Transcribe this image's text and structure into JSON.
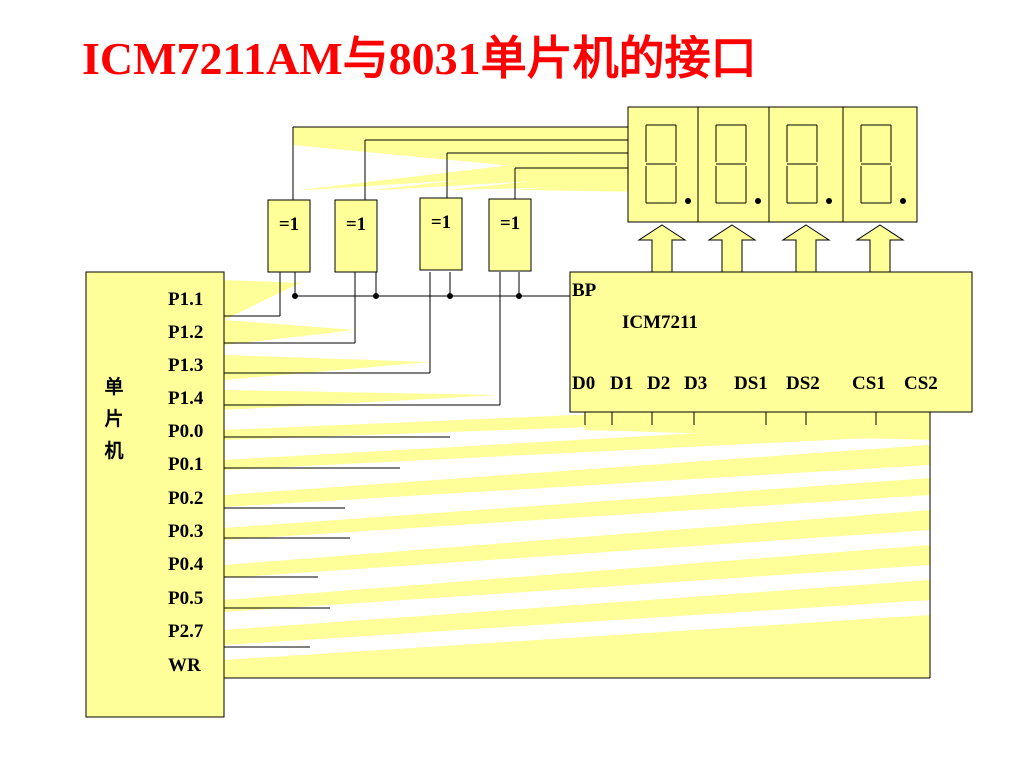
{
  "title": "ICM7211AM与8031单片机的接口",
  "colors": {
    "title": "#ff0000",
    "block_fill": "#ffff99",
    "wire": "#000000"
  },
  "mcu": {
    "label_chars": [
      "单",
      "片",
      "机"
    ],
    "pins": [
      "P1.1",
      "P1.2",
      "P1.3",
      "P1.4",
      "P0.0",
      "P0.1",
      "P0.2",
      "P0.3",
      "P0.4",
      "P0.5",
      "P2.7",
      "WR"
    ]
  },
  "xor_gates": [
    "=1",
    "=1",
    "=1",
    "=1"
  ],
  "driver": {
    "name": "ICM7211",
    "bp_label": "BP",
    "pin_labels": [
      "D0",
      "D1",
      "D2",
      "D3",
      "DS1",
      "DS2",
      "CS1",
      "CS2"
    ]
  },
  "display": {
    "digit_count": 4,
    "icon": "seven-segment-digit-icon"
  }
}
